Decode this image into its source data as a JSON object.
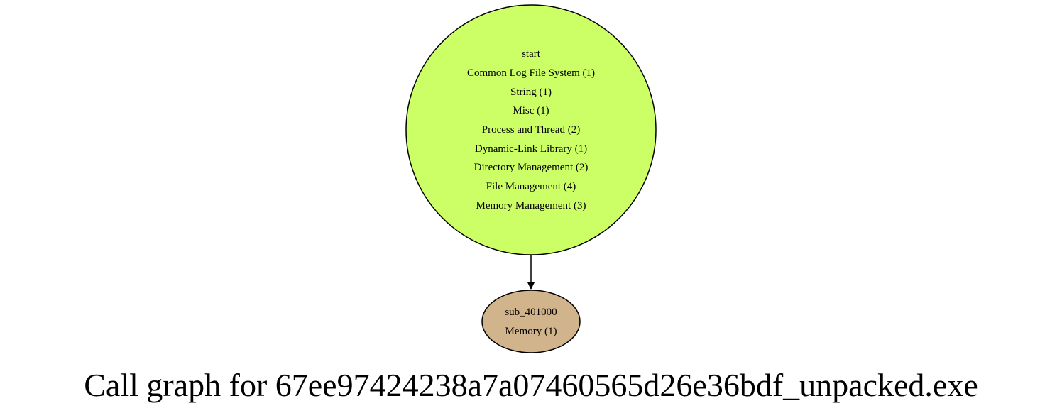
{
  "graph": {
    "title": "Call graph for 67ee97424238a7a07460565d26e36bdf_unpacked.exe",
    "colors": {
      "start_fill": "#ccff66",
      "sub_fill": "#d2b48c",
      "stroke": "#000000",
      "background": "#ffffff"
    },
    "nodes": {
      "start": {
        "lines": [
          "start",
          "Common Log File System (1)",
          "String (1)",
          "Misc (1)",
          "Process and Thread (2)",
          "Dynamic-Link Library (1)",
          "Directory Management (2)",
          "File Management (4)",
          "Memory Management (3)"
        ]
      },
      "sub_401000": {
        "lines": [
          "sub_401000",
          "Memory (1)"
        ]
      }
    },
    "edges": [
      {
        "from": "start",
        "to": "sub_401000"
      }
    ]
  }
}
